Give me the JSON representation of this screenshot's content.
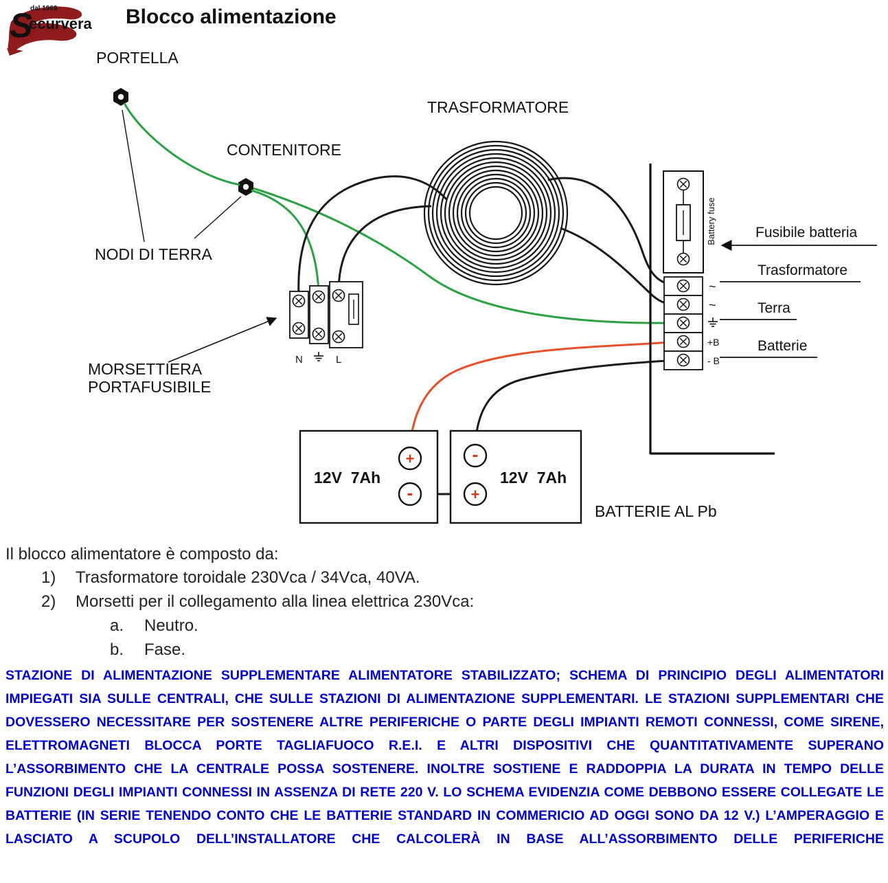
{
  "logo": {
    "tagline": "dal 1969",
    "initial": "S",
    "brand": "ecurvera"
  },
  "header": {
    "title": "Blocco alimentazione"
  },
  "diagram": {
    "labels": {
      "portella": "PORTELLA",
      "contenitore": "CONTENITORE",
      "trasformatore": "TRASFORMATORE",
      "nodi_di_terra": "NODI DI TERRA",
      "morsettiera_1": "MORSETTIERA",
      "morsettiera_2": "PORTAFUSIBILE",
      "battery_fuse": "Battery fuse",
      "fusibile_batteria": "Fusibile batteria",
      "trasformatore_terminal": "Trasformatore",
      "terra": "Terra",
      "batterie": "Batterie",
      "batterie_al_pb": "BATTERIE AL Pb"
    },
    "terminals": {
      "neutro": "N",
      "fase": "L",
      "ac_1": "~",
      "ac_2": "~",
      "battery_plus": "+B",
      "battery_minus": "- B"
    },
    "batteries": [
      {
        "label": "12V  7Ah",
        "plus": "+",
        "minus": "-"
      },
      {
        "label": "12V  7Ah",
        "plus": "+",
        "minus": "-"
      }
    ],
    "colors": {
      "ground_wire_green": "#2aa143",
      "battery_positive_red": "#e8502a",
      "wire_black": "#1a1a1a",
      "logo_red": "#8e1c1c",
      "note_blue": "#0000cd"
    }
  },
  "composition": {
    "intro": "Il blocco alimentatore è composto da:",
    "items": [
      {
        "marker": "1)",
        "text": "Trasformatore toroidale 230Vca / 34Vca, 40VA."
      },
      {
        "marker": "2)",
        "text": "Morsetti per il collegamento alla linea elettrica 230Vca:"
      }
    ],
    "subitems": [
      {
        "marker": "a.",
        "text": "Neutro."
      },
      {
        "marker": "b.",
        "text": "Fase."
      }
    ]
  },
  "note": {
    "text": "STAZIONE DI ALIMENTAZIONE SUPPLEMENTARE ALIMENTATORE STABILIZZATO; SCHEMA DI PRINCIPIO DEGLI ALIMENTATORI IMPIEGATI SIA SULLE CENTRALI, CHE SULLE STAZIONI DI ALIMENTAZIONE SUPPLEMENTARI. LE STAZIONI SUPPLEMENTARI CHE DOVESSERO NECESSITARE PER SOSTENERE ALTRE PERIFERICHE O PARTE DEGLI IMPIANTI REMOTI CONNESSI, COME SIRENE, ELETTROMAGNETI BLOCCA PORTE TAGLIAFUOCO R.E.I. E ALTRI DISPOSITIVI CHE QUANTITATIVAMENTE SUPERANO L’ASSORBIMENTO CHE LA CENTRALE POSSA SOSTENERE. INOLTRE SOSTIENE E RADDOPPIA LA DURATA IN TEMPO DELLE FUNZIONI DEGLI IMPIANTI CONNESSI IN ASSENZA DI RETE 220 V. LO SCHEMA EVIDENZIA COME DEBBONO ESSERE COLLEGATE LE BATTERIE (IN SERIE TENENDO CONTO CHE LE BATTERIE STANDARD IN COMMERICIO AD OGGI SONO DA 12 V.) L’AMPERAGGIO E LASCIATO A SCUPOLO DELL’INSTALLATORE CHE CALCOLERÀ IN BASE ALL’ASSORBIMENTO DELLE PERIFERICHE"
  }
}
